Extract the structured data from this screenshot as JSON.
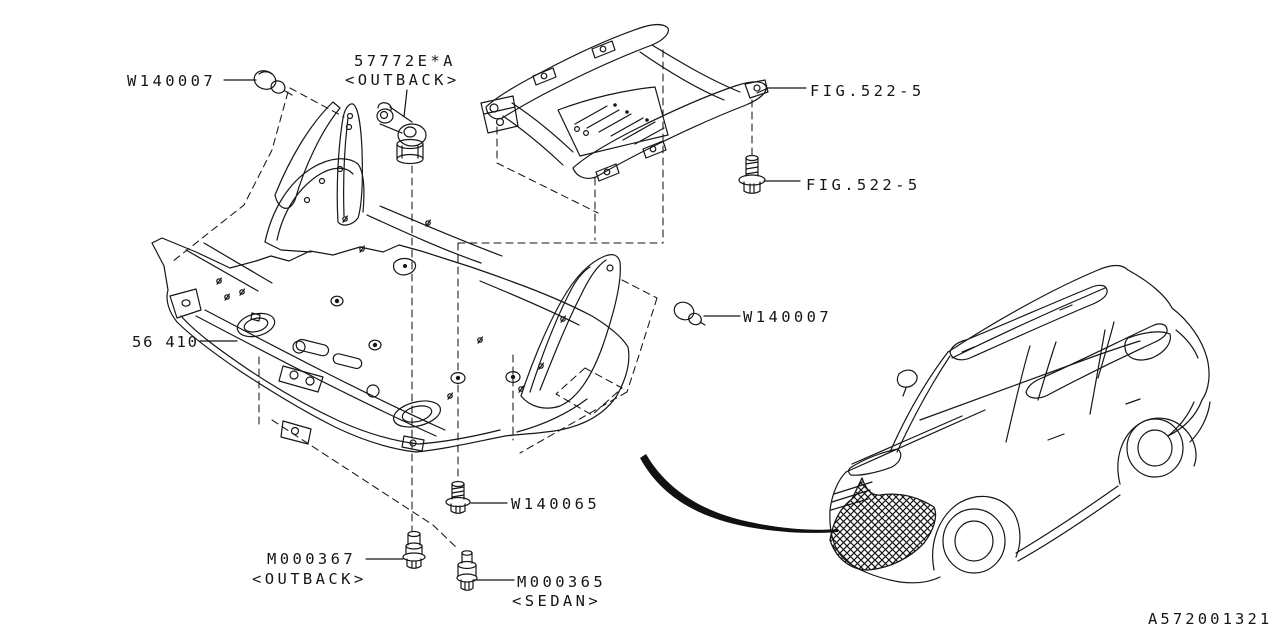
{
  "page": {
    "background": "#ffffff",
    "line_color": "#161616"
  },
  "callouts": {
    "clip_top_left": {
      "part": "W140007"
    },
    "bracket_57772e": {
      "part": "57772E*A",
      "variant": "<OUTBACK>"
    },
    "fig_ref_crossmember": {
      "part": "FIG.522-5"
    },
    "fig_ref_bolt": {
      "part": "FIG.522-5"
    },
    "under_cover": {
      "part": "56 410"
    },
    "clip_right": {
      "part": "W140007"
    },
    "bolt_w140065": {
      "part": "W140065"
    },
    "bolt_m000367": {
      "part": "M000367",
      "variant": "<OUTBACK>"
    },
    "bolt_m000365": {
      "part": "M000365",
      "variant": "<SEDAN>"
    }
  },
  "footer": {
    "drawing_number": "A572001321"
  }
}
